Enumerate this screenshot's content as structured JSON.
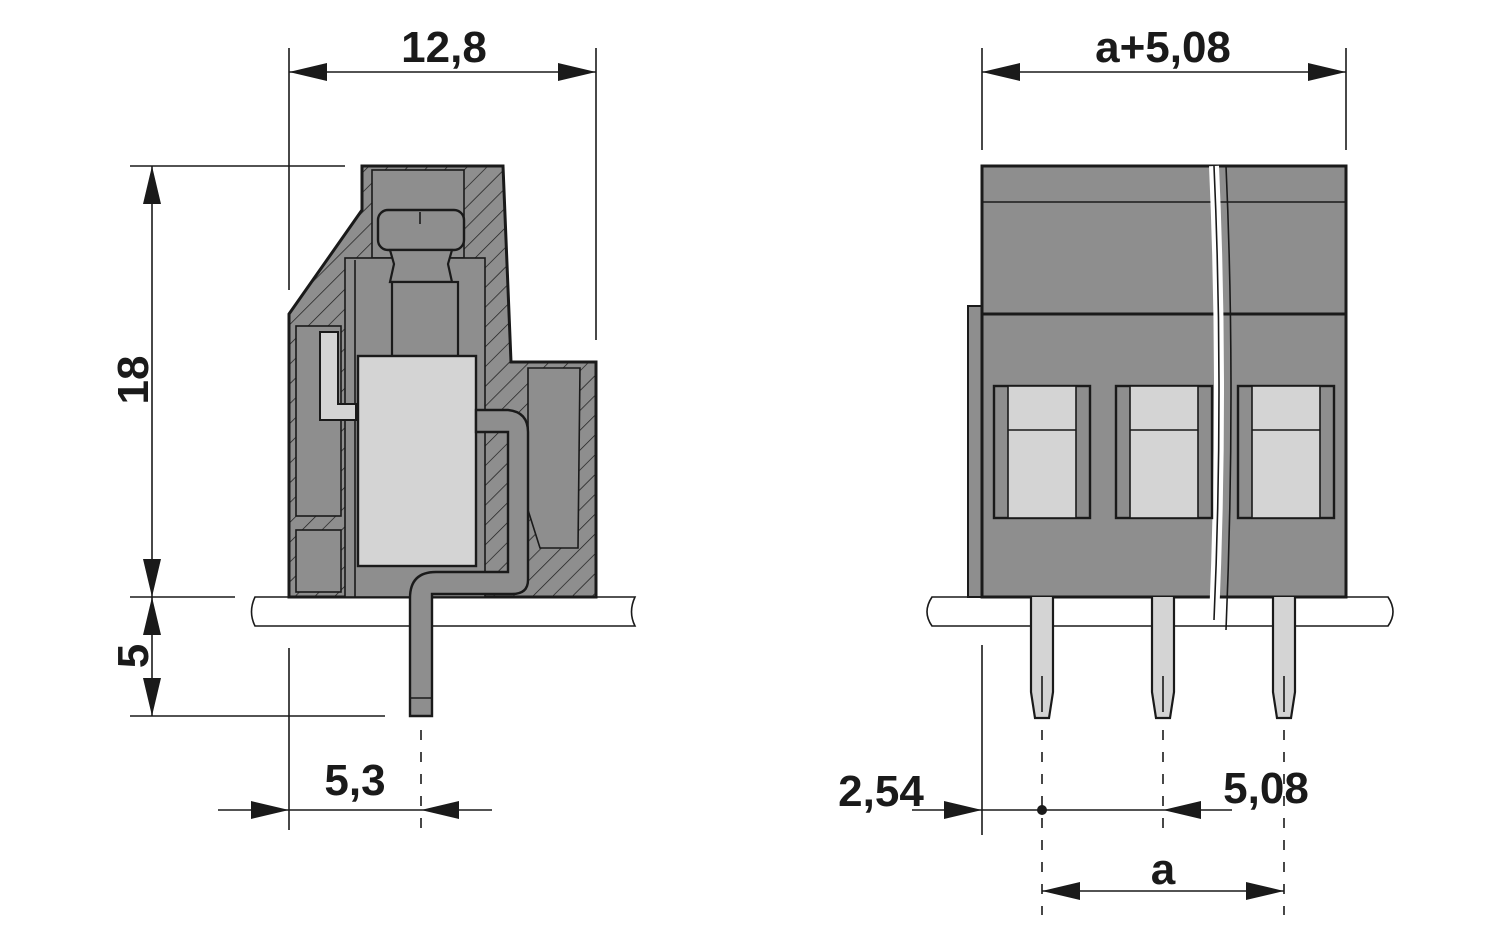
{
  "colors": {
    "line": "#1a1a1a",
    "part_fill": "#8e8e8e",
    "metal_fill": "#d4d4d4",
    "background": "#ffffff"
  },
  "side_view": {
    "width_dim": "12,8",
    "height_dim": "18",
    "pin_length_dim": "5",
    "pin_offset_dim": "5,3"
  },
  "front_view": {
    "total_width_dim": "a+5,08",
    "edge_offset_dim": "2,54",
    "pitch_dim": "5,08",
    "span_dim": "a"
  }
}
